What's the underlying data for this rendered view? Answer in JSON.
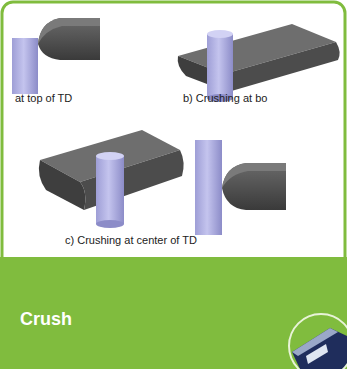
{
  "diagram": {
    "nodes": [
      {
        "text": [
          "Crush"
        ]
      }
    ],
    "labels": [
      "at top of TD",
      "b) Crushing at bo",
      "c) Crushing at center of TD"
    ]
  }
}
